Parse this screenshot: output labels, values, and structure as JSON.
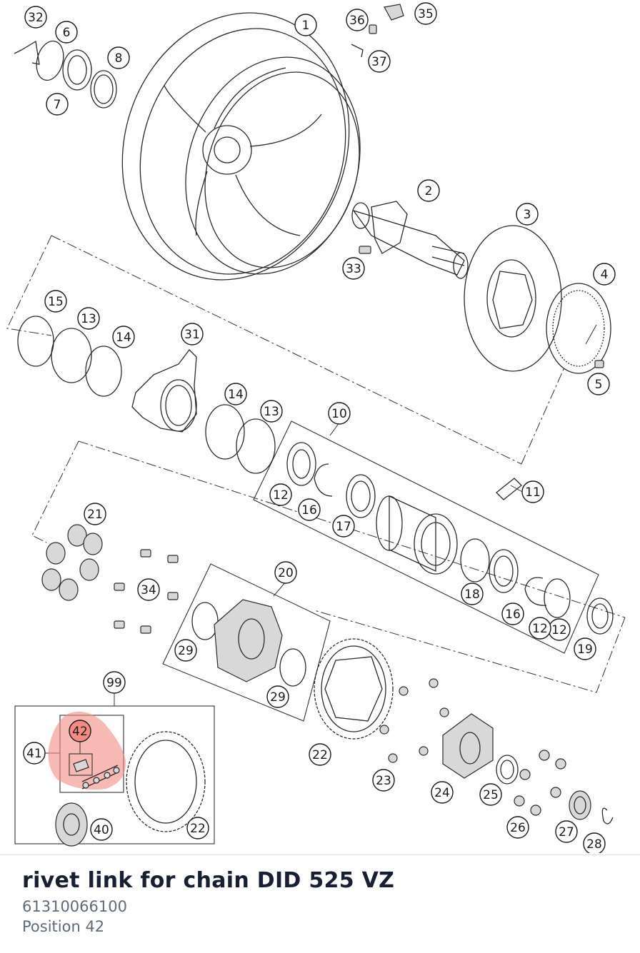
{
  "diagram": {
    "callouts": [
      "1",
      "2",
      "3",
      "4",
      "5",
      "6",
      "7",
      "8",
      "10",
      "11",
      "12",
      "12",
      "12",
      "13",
      "13",
      "14",
      "14",
      "15",
      "16",
      "16",
      "17",
      "18",
      "19",
      "20",
      "21",
      "22",
      "22",
      "23",
      "24",
      "25",
      "26",
      "27",
      "28",
      "29",
      "29",
      "31",
      "32",
      "33",
      "34",
      "35",
      "36",
      "37",
      "40",
      "41",
      "42",
      "99"
    ],
    "highlighted_position": "42",
    "highlight_color": "#f28b82"
  },
  "part": {
    "title": "rivet link for chain DID 525 VZ",
    "number": "61310066100",
    "position_label": "Position 42"
  }
}
